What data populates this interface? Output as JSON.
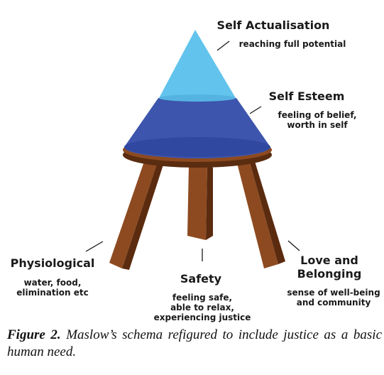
{
  "levels": {
    "self_actualisation": {
      "title": "Self Actualisation",
      "desc": [
        "reaching full potential"
      ]
    },
    "self_esteem": {
      "title": "Self Esteem",
      "desc": [
        "feeling of belief,",
        "worth in self"
      ]
    },
    "physiological": {
      "title": "Physiological",
      "desc": [
        "water, food,",
        "elimination etc"
      ]
    },
    "safety": {
      "title": "Safety",
      "desc": [
        "feeling safe,",
        "able to relax,",
        "experiencing justice"
      ]
    },
    "love_belonging": {
      "title": [
        "Love and",
        "Belonging"
      ],
      "desc": [
        "sense of well-being",
        "and community"
      ]
    }
  },
  "caption": {
    "figure_label": "Figure 2.",
    "text": "Maslow’s schema refigured to include justice as a basic human need."
  },
  "colors": {
    "cone_top": "#62c4ec",
    "cone_bottom": "#3c57ad",
    "stool_wood": "#8a4a22",
    "stool_dark": "#5a2c10"
  }
}
